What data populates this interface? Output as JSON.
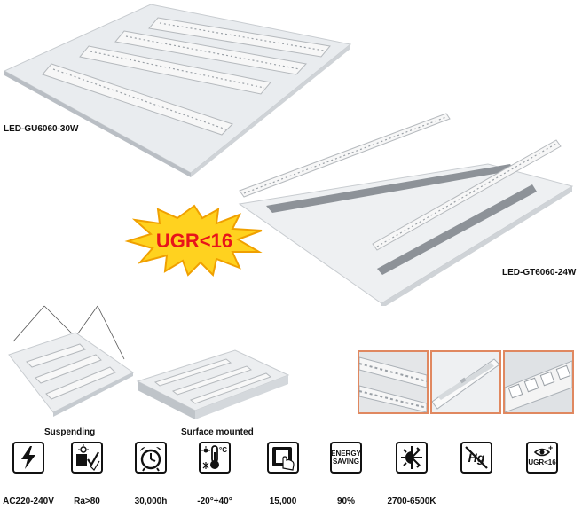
{
  "products": {
    "gu_label": "LED-GU6060-30W",
    "gt_label": "LED-GT6060-24W",
    "badge_text": "UGR<16"
  },
  "mounting": {
    "suspending": "Suspending",
    "surface": "Surface mounted"
  },
  "features": [
    {
      "icon": "lightning-icon",
      "caption": "AC220-240V"
    },
    {
      "icon": "color-rendering-icon",
      "caption": "Ra>80"
    },
    {
      "icon": "alarm-clock-icon",
      "caption": "30,000h"
    },
    {
      "icon": "thermometer-icon",
      "caption": "-20°+40°",
      "unit": "°C"
    },
    {
      "icon": "switch-icon",
      "caption": "15,000"
    },
    {
      "icon": "energy-saving-icon",
      "caption": "90%",
      "line1": "ENERGY",
      "line2": "SAVING"
    },
    {
      "icon": "sun-snowflake-icon",
      "caption": "2700-6500K"
    },
    {
      "icon": "no-mercury-icon",
      "caption": "",
      "symbol": "Hg"
    },
    {
      "icon": "eye-ugr-icon",
      "caption": "",
      "symbol": "UGR<16",
      "plus": "+"
    }
  ],
  "colors": {
    "badge_fill": "#ffd21f",
    "badge_text": "#e8141a",
    "detail_border": "#e08860"
  }
}
